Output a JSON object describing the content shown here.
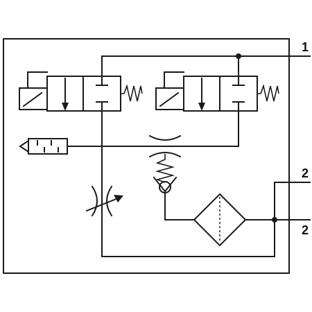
{
  "ports": {
    "p1": "1",
    "p2_upper": "2",
    "p2_lower": "2"
  },
  "symbols": [
    "solenoid-valve-left",
    "solenoid-valve-right",
    "silencer",
    "fixed-restrictor",
    "spring-check-valve",
    "adjustable-flow-control",
    "filter"
  ],
  "colors": {
    "line": "#1a1a1a",
    "background": "#ffffff"
  }
}
